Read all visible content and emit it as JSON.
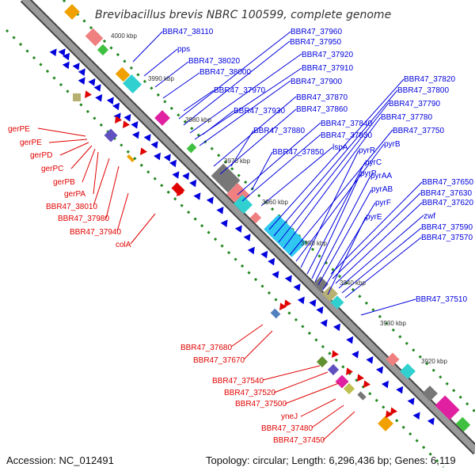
{
  "title": "Brevibacillus brevis NBRC 100599, complete genome",
  "accession": "Accession: NC_012491",
  "summary": "Topology: circular; Length: 6,296,436 bp; Genes: 6,119",
  "colors": {
    "forward": "#e00000",
    "reverse": "#0000dd",
    "backbone": "#888888",
    "backbone_edge": "#444444",
    "ticks": "#228822"
  },
  "ticks": [
    "4000 kbp",
    "3990 kbp",
    "3980 kbp",
    "3970 kbp",
    "3960 kbp",
    "3950 kbp",
    "3940 kbp",
    "3930 kbp",
    "3920 kbp"
  ],
  "labels_forward": [
    "gerPE",
    "gerPE",
    "gerPD",
    "gerPC",
    "gerPB",
    "gerPA",
    "BBR47_38010",
    "BBR47_37980",
    "BBR47_37940",
    "colA",
    "BBR47_37680",
    "BBR47_37670",
    "BBR47_37540",
    "BBR47_37520",
    "BBR47_37500",
    "yneJ",
    "BBR47_37480",
    "BBR47_37450"
  ],
  "labels_reverse": [
    "BBR47_38110",
    "pps",
    "BBR47_38020",
    "BBR47_38000",
    "BBR47_37960",
    "BBR47_37950",
    "BBR47_37920",
    "BBR47_37910",
    "BBR47_37900",
    "BBR47_37970",
    "BBR47_37930",
    "BBR47_37870",
    "BBR47_37860",
    "BBR47_37880",
    "BBR47_37840",
    "BBR47_37830",
    "BBR47_37850",
    "lspA",
    "BBR47_37820",
    "BBR47_37800",
    "BBR47_37790",
    "BBR47_37780",
    "BBR47_37750",
    "pyrB",
    "pyrR",
    "pyrC",
    "pyrP",
    "pyrAA",
    "pyrAB",
    "pyrF",
    "pyrE",
    "BBR47_37650",
    "BBR47_37630",
    "BBR47_37620",
    "zwf",
    "BBR47_37590",
    "BBR47_37570",
    "BBR47_37510"
  ]
}
